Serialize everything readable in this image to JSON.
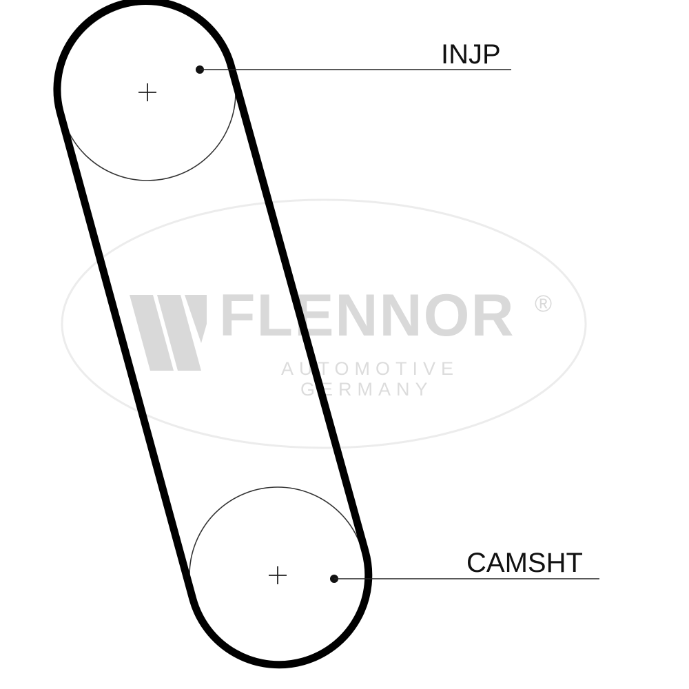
{
  "labels": {
    "upper_pulley": "INJP",
    "lower_pulley": "CAMSHT"
  },
  "watermark": {
    "brand": "FLENNOR",
    "registered": "®",
    "line1": "AUTOMOTIVE",
    "line2": "GERMANY"
  },
  "colors": {
    "belt": "#000000",
    "pulley_outline": "#333333",
    "watermark": "#d9d9d9",
    "text": "#111111"
  }
}
